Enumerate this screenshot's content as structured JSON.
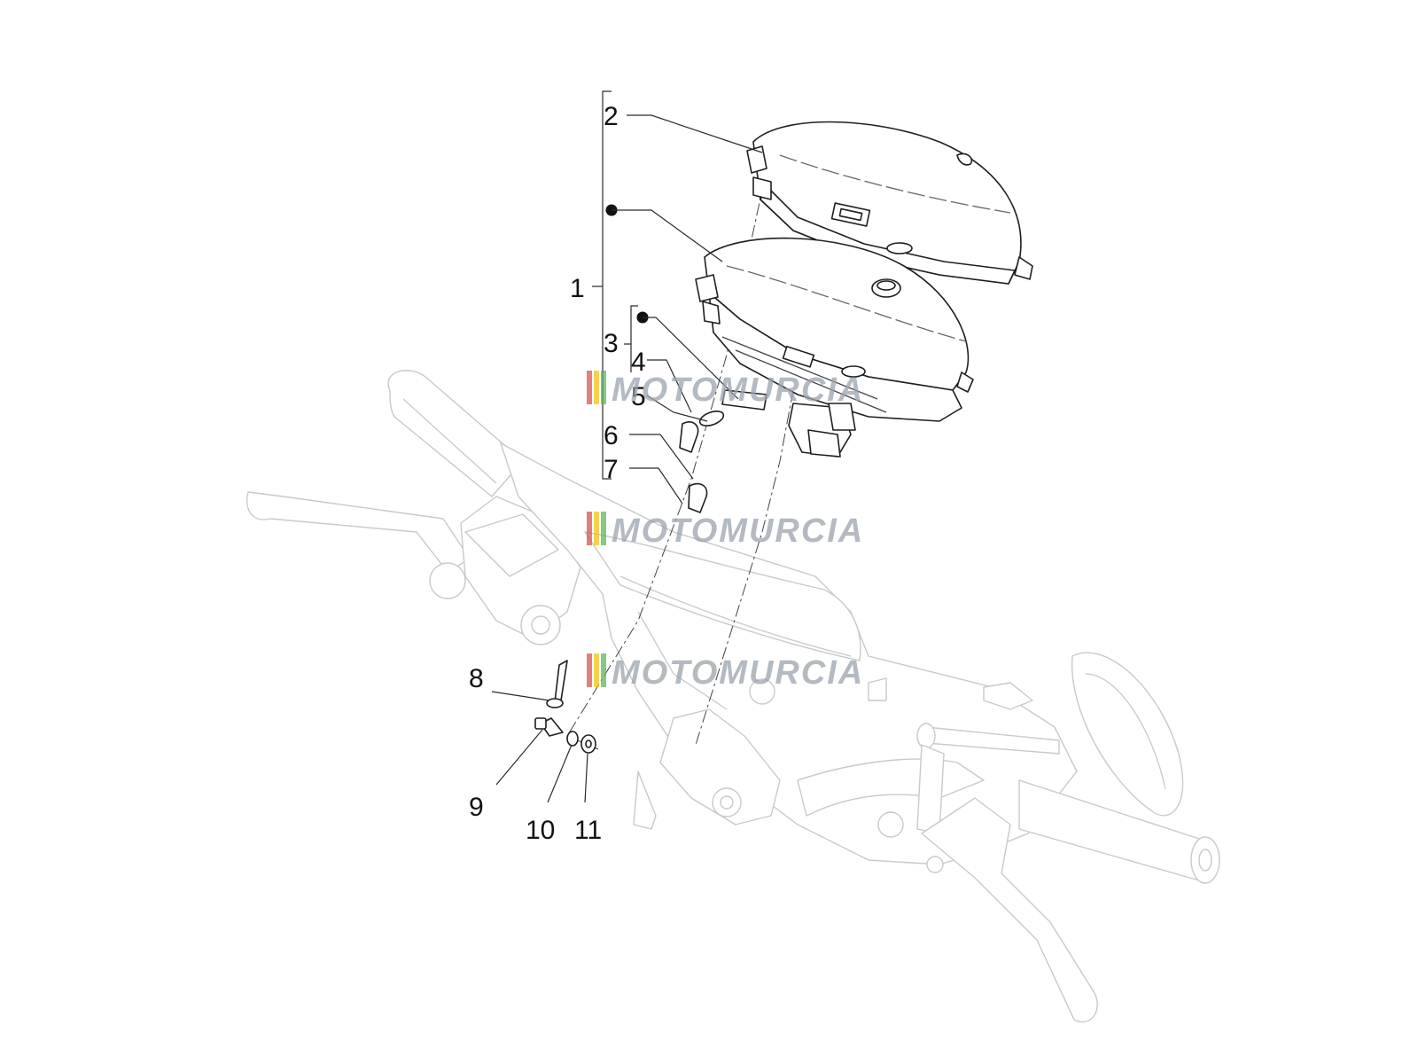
{
  "callouts": {
    "n1": "1",
    "n2": "2",
    "n3": "3",
    "n4": "4",
    "n5": "5",
    "n6": "6",
    "n7": "7",
    "n8": "8",
    "n9": "9",
    "n10": "10",
    "n11": "11"
  },
  "watermark": "MOTOMURCIA",
  "colors": {
    "line": "#1e1e1e",
    "ghost": "#c9c9c9",
    "watermark": "#9aa3ad",
    "flag_red": "#d9534f",
    "flag_yellow": "#f0c419",
    "flag_green": "#5cb85c"
  }
}
